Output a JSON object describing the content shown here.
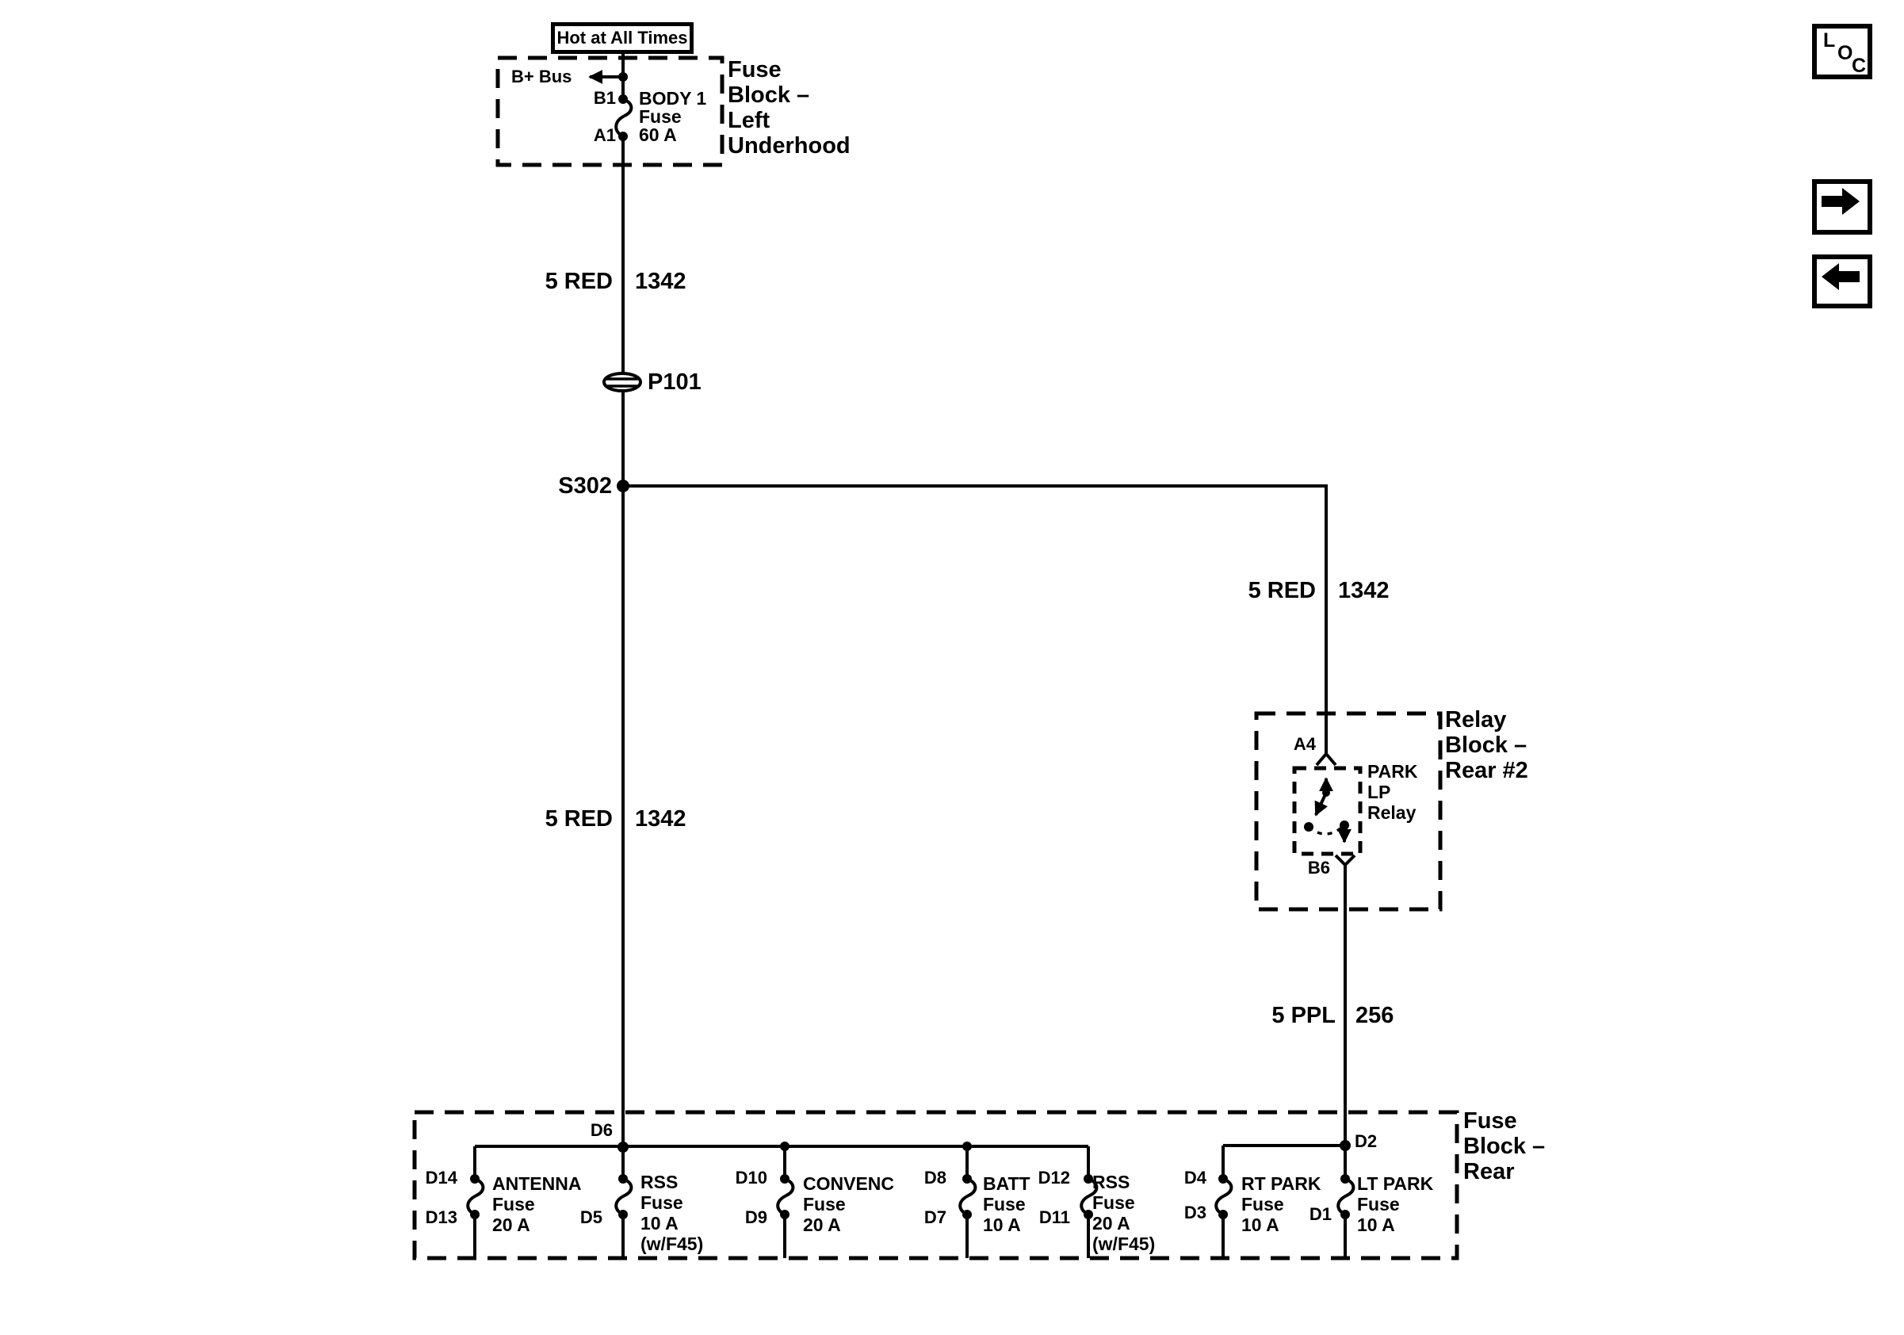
{
  "colors": {
    "ink": "#000000",
    "paper": "#ffffff"
  },
  "nav": {
    "loc_letters": [
      "L",
      "O",
      "C"
    ]
  },
  "power_source": {
    "label": "Hot at All Times"
  },
  "underhood_block": {
    "name": "Fuse\nBlock –\nLeft\nUnderhood",
    "bus_label": "B+ Bus",
    "terminal_top": "B1",
    "terminal_bottom": "A1",
    "fuse_label": "BODY 1\nFuse\n60 A"
  },
  "wires": [
    {
      "label": "5 RED",
      "circuit": "1342"
    },
    {
      "label": "5 RED",
      "circuit": "1342"
    },
    {
      "label": "5 RED",
      "circuit": "1342"
    },
    {
      "label": "5 PPL",
      "circuit": "256"
    }
  ],
  "inline_connector": {
    "label": "P101"
  },
  "splice": {
    "label": "S302"
  },
  "relay_block": {
    "name": "Relay\nBlock –\nRear #2",
    "terminal_in": "A4",
    "terminal_out": "B6",
    "relay_label": "PARK\nLP\nRelay"
  },
  "rear_block": {
    "name": "Fuse\nBlock –\nRear",
    "feed_left": "D6",
    "feed_right": "D2",
    "fuses": [
      {
        "top": "D14",
        "bottom": "D13",
        "label": "ANTENNA\nFuse\n20 A"
      },
      {
        "top": "",
        "bottom": "D5",
        "label": "RSS\nFuse\n10 A\n(w/F45)"
      },
      {
        "top": "D10",
        "bottom": "D9",
        "label": "CONVENC\nFuse\n20 A"
      },
      {
        "top": "D8",
        "bottom": "D7",
        "label": "BATT\nFuse\n10 A"
      },
      {
        "top": "D12",
        "bottom": "D11",
        "label": "RSS\nFuse\n20 A\n(w/F45)"
      },
      {
        "top": "D4",
        "bottom": "D3",
        "label": "RT PARK\nFuse\n10 A"
      },
      {
        "top": "",
        "bottom": "D1",
        "label": "LT PARK\nFuse\n10 A"
      }
    ]
  }
}
